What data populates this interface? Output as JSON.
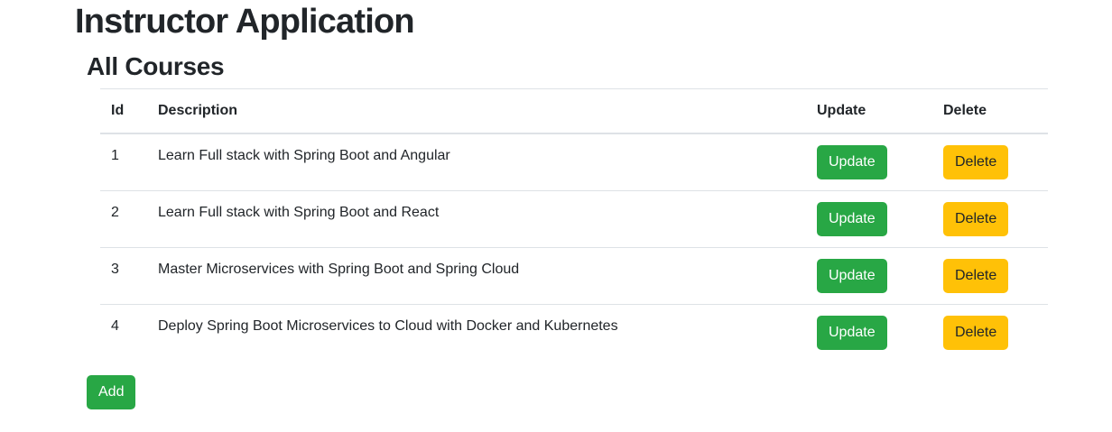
{
  "page": {
    "title": "Instructor Application",
    "section_title": "All Courses"
  },
  "table": {
    "headers": {
      "id": "Id",
      "description": "Description",
      "update": "Update",
      "delete": "Delete"
    },
    "rows": [
      {
        "id": "1",
        "description": "Learn Full stack with Spring Boot and Angular",
        "update_label": "Update",
        "delete_label": "Delete"
      },
      {
        "id": "2",
        "description": "Learn Full stack with Spring Boot and React",
        "update_label": "Update",
        "delete_label": "Delete"
      },
      {
        "id": "3",
        "description": "Master Microservices with Spring Boot and Spring Cloud",
        "update_label": "Update",
        "delete_label": "Delete"
      },
      {
        "id": "4",
        "description": "Deploy Spring Boot Microservices to Cloud with Docker and Kubernetes",
        "update_label": "Update",
        "delete_label": "Delete"
      }
    ]
  },
  "actions": {
    "add_label": "Add"
  },
  "colors": {
    "success_green": "#28a745",
    "warning_yellow": "#ffc107",
    "table_border": "#dee2e6",
    "text": "#212529",
    "background": "#ffffff"
  }
}
